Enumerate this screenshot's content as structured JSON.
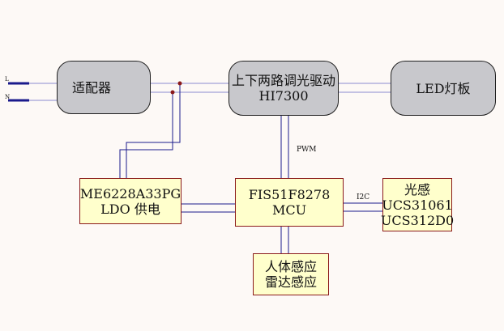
{
  "blocks": {
    "adapter": "适配器",
    "driver_line1": "上下两路调光驱动",
    "driver_line2": "HI7300",
    "led_lamp": "LED灯板",
    "ldo_line1": "ME6228A33PG",
    "ldo_line2": "LDO 供电",
    "mcu": "FIS51F8278 MCU",
    "light_sensor_line1": "光感",
    "light_sensor_line2": "UCS31061",
    "light_sensor_line3": "UCS312D0",
    "human_sensor_line1": "人体感应",
    "human_sensor_line2": "雷达感应"
  },
  "labels": {
    "pwm": "PWM",
    "i2c": "I2C",
    "input_l": "L",
    "input_n": "N"
  },
  "colors": {
    "rounded_fill": "#c8c8cc",
    "module_fill": "#ffffcc",
    "module_border": "#8b1a1a",
    "power_line": "#1a1a8c",
    "signal_line": "#8c8cd0",
    "junction": "#8b1a1a"
  }
}
